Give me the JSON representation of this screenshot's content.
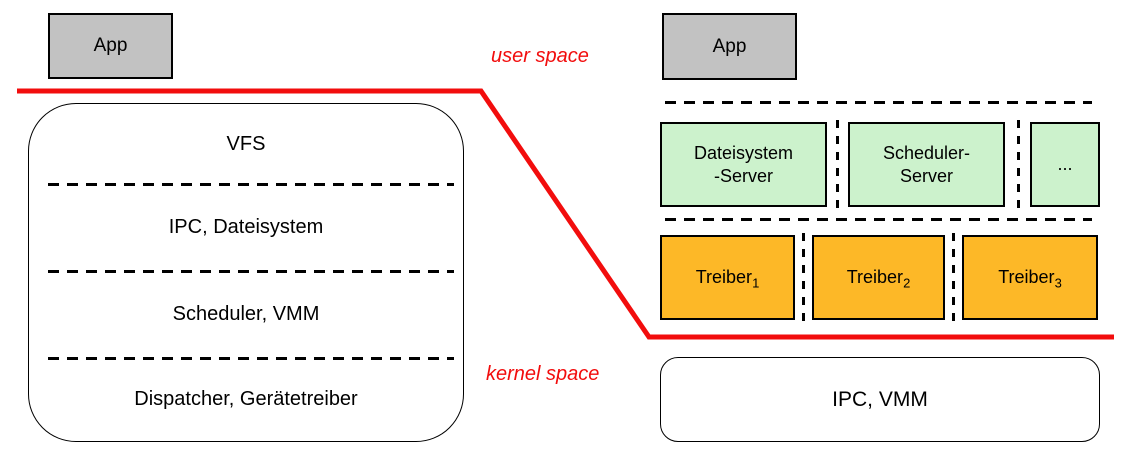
{
  "colors": {
    "app_fill": "#c2c2c2",
    "server_fill": "#ccf2cc",
    "driver_fill": "#fdb827",
    "boundary_red": "#f20d0d"
  },
  "boundary": {
    "user_space_label": "user space",
    "kernel_space_label": "kernel space"
  },
  "monolithic": {
    "app_label": "App",
    "layers": [
      "VFS",
      "IPC, Dateisystem",
      "Scheduler, VMM",
      "Dispatcher, Gerätetreiber"
    ]
  },
  "microkernel": {
    "app_label": "App",
    "servers": [
      "Dateisystem\n-Server",
      "Scheduler-\nServer",
      "..."
    ],
    "drivers": [
      {
        "base": "Treiber",
        "sub": "1"
      },
      {
        "base": "Treiber",
        "sub": "2"
      },
      {
        "base": "Treiber",
        "sub": "3"
      }
    ],
    "kernel_box_label": "IPC, VMM"
  }
}
